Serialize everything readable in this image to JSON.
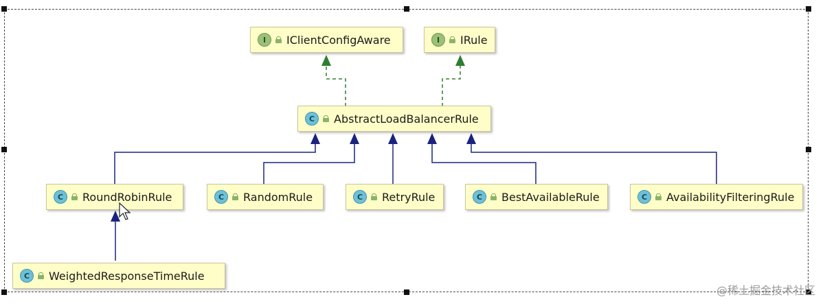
{
  "nodes": {
    "iclientconfigaware": {
      "label": "IClientConfigAware",
      "kind": "interface",
      "badge": "I"
    },
    "irule": {
      "label": "IRule",
      "kind": "interface",
      "badge": "I"
    },
    "abstract": {
      "label": "AbstractLoadBalancerRule",
      "kind": "class",
      "badge": "C"
    },
    "roundrobin": {
      "label": "RoundRobinRule",
      "kind": "class",
      "badge": "C"
    },
    "random": {
      "label": "RandomRule",
      "kind": "class",
      "badge": "C"
    },
    "retry": {
      "label": "RetryRule",
      "kind": "class",
      "badge": "C"
    },
    "bestavailable": {
      "label": "BestAvailableRule",
      "kind": "class",
      "badge": "C"
    },
    "availability": {
      "label": "AvailabilityFilteringRule",
      "kind": "class",
      "badge": "C"
    },
    "weighted": {
      "label": "WeightedResponseTimeRule",
      "kind": "class",
      "badge": "C"
    }
  },
  "edges": [
    {
      "from": "abstract",
      "to": "iclientconfigaware",
      "type": "implements"
    },
    {
      "from": "abstract",
      "to": "irule",
      "type": "implements"
    },
    {
      "from": "roundrobin",
      "to": "abstract",
      "type": "extends"
    },
    {
      "from": "random",
      "to": "abstract",
      "type": "extends"
    },
    {
      "from": "retry",
      "to": "abstract",
      "type": "extends"
    },
    {
      "from": "bestavailable",
      "to": "abstract",
      "type": "extends"
    },
    {
      "from": "availability",
      "to": "abstract",
      "type": "extends"
    },
    {
      "from": "weighted",
      "to": "roundrobin",
      "type": "extends"
    }
  ],
  "colors": {
    "implements": "#2e7d32",
    "extends": "#1a237e",
    "node_fill": "#fffec8"
  },
  "watermark": "@稀土掘金技术社区"
}
